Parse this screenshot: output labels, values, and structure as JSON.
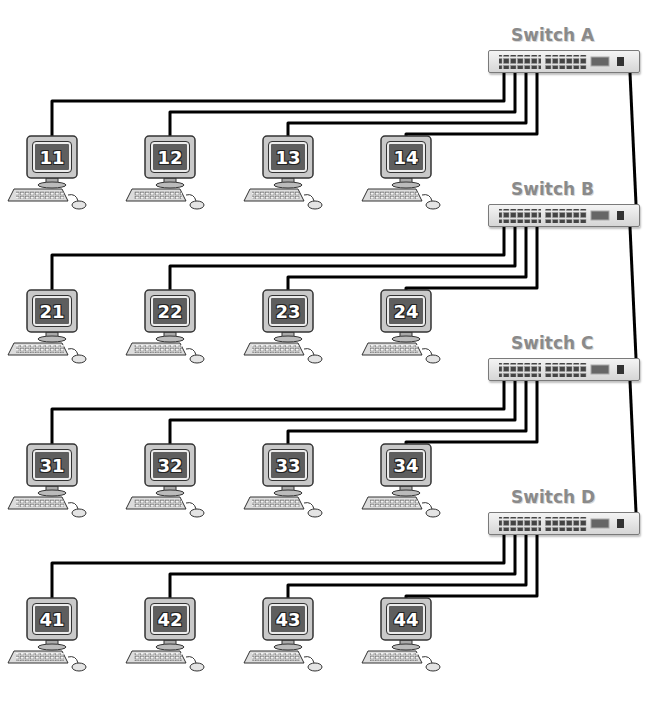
{
  "diagram": {
    "nodes": [
      {
        "text": [
          "Switch A"
        ]
      },
      {
        "text": [
          "11"
        ]
      },
      {
        "text": [
          "12"
        ]
      },
      {
        "text": [
          "13"
        ]
      },
      {
        "text": [
          "14"
        ]
      },
      {
        "text": [
          "Switch B"
        ]
      },
      {
        "text": [
          "21"
        ]
      },
      {
        "text": [
          "22"
        ]
      },
      {
        "text": [
          "23"
        ]
      },
      {
        "text": [
          "24"
        ]
      },
      {
        "text": [
          "Switch C"
        ]
      },
      {
        "text": [
          "31"
        ]
      },
      {
        "text": [
          "32"
        ]
      },
      {
        "text": [
          "33"
        ]
      },
      {
        "text": [
          "34"
        ]
      },
      {
        "text": [
          "Switch D"
        ]
      },
      {
        "text": [
          "41"
        ]
      },
      {
        "text": [
          "42"
        ]
      },
      {
        "text": [
          "43"
        ]
      },
      {
        "text": [
          "44"
        ]
      }
    ],
    "edges": [
      {
        "from": 0,
        "to": 1,
        "arrow": "none"
      },
      {
        "from": 0,
        "to": 2,
        "arrow": "none"
      },
      {
        "from": 0,
        "to": 3,
        "arrow": "none"
      },
      {
        "from": 0,
        "to": 4,
        "arrow": "none"
      },
      {
        "from": 0,
        "to": 5,
        "arrow": "none"
      },
      {
        "from": 5,
        "to": 6,
        "arrow": "none"
      },
      {
        "from": 5,
        "to": 7,
        "arrow": "none"
      },
      {
        "from": 5,
        "to": 8,
        "arrow": "none"
      },
      {
        "from": 5,
        "to": 9,
        "arrow": "none"
      },
      {
        "from": 5,
        "to": 10,
        "arrow": "none"
      },
      {
        "from": 10,
        "to": 11,
        "arrow": "none"
      },
      {
        "from": 10,
        "to": 12,
        "arrow": "none"
      },
      {
        "from": 10,
        "to": 13,
        "arrow": "none"
      },
      {
        "from": 10,
        "to": 14,
        "arrow": "none"
      },
      {
        "from": 10,
        "to": 15,
        "arrow": "none"
      },
      {
        "from": 15,
        "to": 16,
        "arrow": "none"
      },
      {
        "from": 15,
        "to": 17,
        "arrow": "none"
      },
      {
        "from": 15,
        "to": 18,
        "arrow": "none"
      },
      {
        "from": 15,
        "to": 19,
        "arrow": "none"
      }
    ]
  }
}
